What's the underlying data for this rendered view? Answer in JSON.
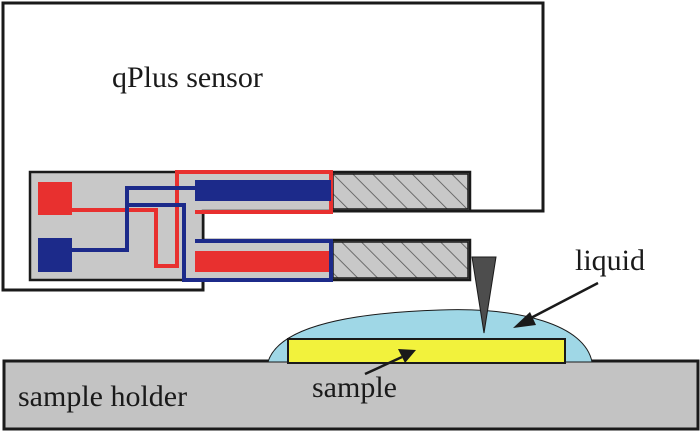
{
  "labels": {
    "sensor": "qPlus sensor",
    "liquid": "liquid",
    "sample": "sample",
    "holder": "sample holder"
  },
  "colors": {
    "outline": "#1a1a1a",
    "fork_body": "#c8c8c8",
    "red_electrode": "#e8302f",
    "blue_electrode": "#1c2a8a",
    "liquid": "#9fd7e6",
    "sample": "#f2f23c",
    "holder": "#c3c3c3",
    "tip": "#4d4d4d"
  }
}
